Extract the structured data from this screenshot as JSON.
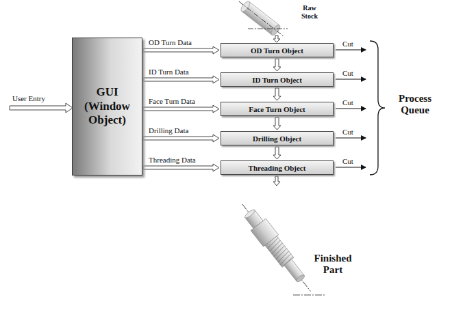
{
  "diagram": {
    "nodes": [
      {
        "text": [
          "GUI (Window Object)"
        ]
      },
      {
        "text": [
          "OD Turn Object"
        ]
      },
      {
        "text": [
          "ID Turn Object"
        ]
      },
      {
        "text": [
          "Face Turn Object"
        ]
      },
      {
        "text": [
          "Drilling Object"
        ]
      },
      {
        "text": [
          "Threading Object"
        ]
      }
    ],
    "edges": [
      {
        "from": 0,
        "to": 1,
        "label": "OD Turn Data",
        "arrow": "to"
      },
      {
        "from": 0,
        "to": 2,
        "label": "ID Turn Data",
        "arrow": "to"
      },
      {
        "from": 0,
        "to": 3,
        "label": "Face Turn Data",
        "arrow": "to"
      },
      {
        "from": 0,
        "to": 4,
        "label": "Drilling Data",
        "arrow": "to"
      },
      {
        "from": 0,
        "to": 5,
        "label": "Threading Data",
        "arrow": "to"
      },
      {
        "from": 1,
        "to": 2,
        "arrow": "to"
      },
      {
        "from": 2,
        "to": 3,
        "arrow": "to"
      },
      {
        "from": 3,
        "to": 4,
        "arrow": "to"
      },
      {
        "from": 4,
        "to": 5,
        "arrow": "to"
      }
    ],
    "labels": [
      "Raw Stock",
      "User Entry",
      "Cut",
      "Cut",
      "Cut",
      "Cut",
      "Cut",
      "Process Queue",
      "Finished Part"
    ]
  }
}
